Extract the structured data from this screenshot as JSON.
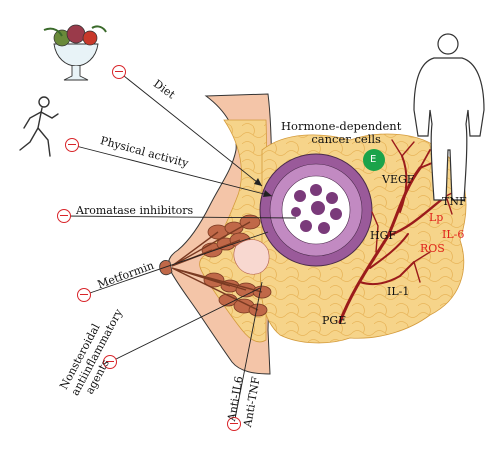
{
  "diagram": {
    "cells_title_1": "Hormone-dependent",
    "cells_title_2": "cancer cells",
    "estrogen_badge": "E",
    "interventions": {
      "diet": "Diet",
      "physical_activity": "Physical activity",
      "aromatase": "Aromatase inhibitors",
      "metformin": "Metformin",
      "nsaid_1": "Nonsteroidal",
      "nsaid_2": "antiinflammatory",
      "nsaid_3": "agents",
      "anti_il6": "Anti-IL6",
      "anti_tnf": "Anti-TNF"
    },
    "factors": {
      "vegf": "VEGF",
      "hgf": "HGF",
      "tnf": "TNF",
      "il1": "IL-1",
      "pge": "PGE"
    },
    "red_factors": {
      "lp": "Lp",
      "il6": "IL-6",
      "ros": "ROS"
    }
  },
  "colors": {
    "inhibitor_red": "#d8252a",
    "fat_yellow": "#f6d48a",
    "skin_pink": "#f4c5a8",
    "lobule_brown": "#c06848",
    "cell_purple": "#9a5a9a",
    "vessel_red": "#9b1b1b",
    "estrogen_green": "#1aa34a"
  },
  "icons": [
    "fruit-bowl-icon",
    "running-person-icon",
    "obese-body-icon",
    "inhibitor-icon"
  ]
}
